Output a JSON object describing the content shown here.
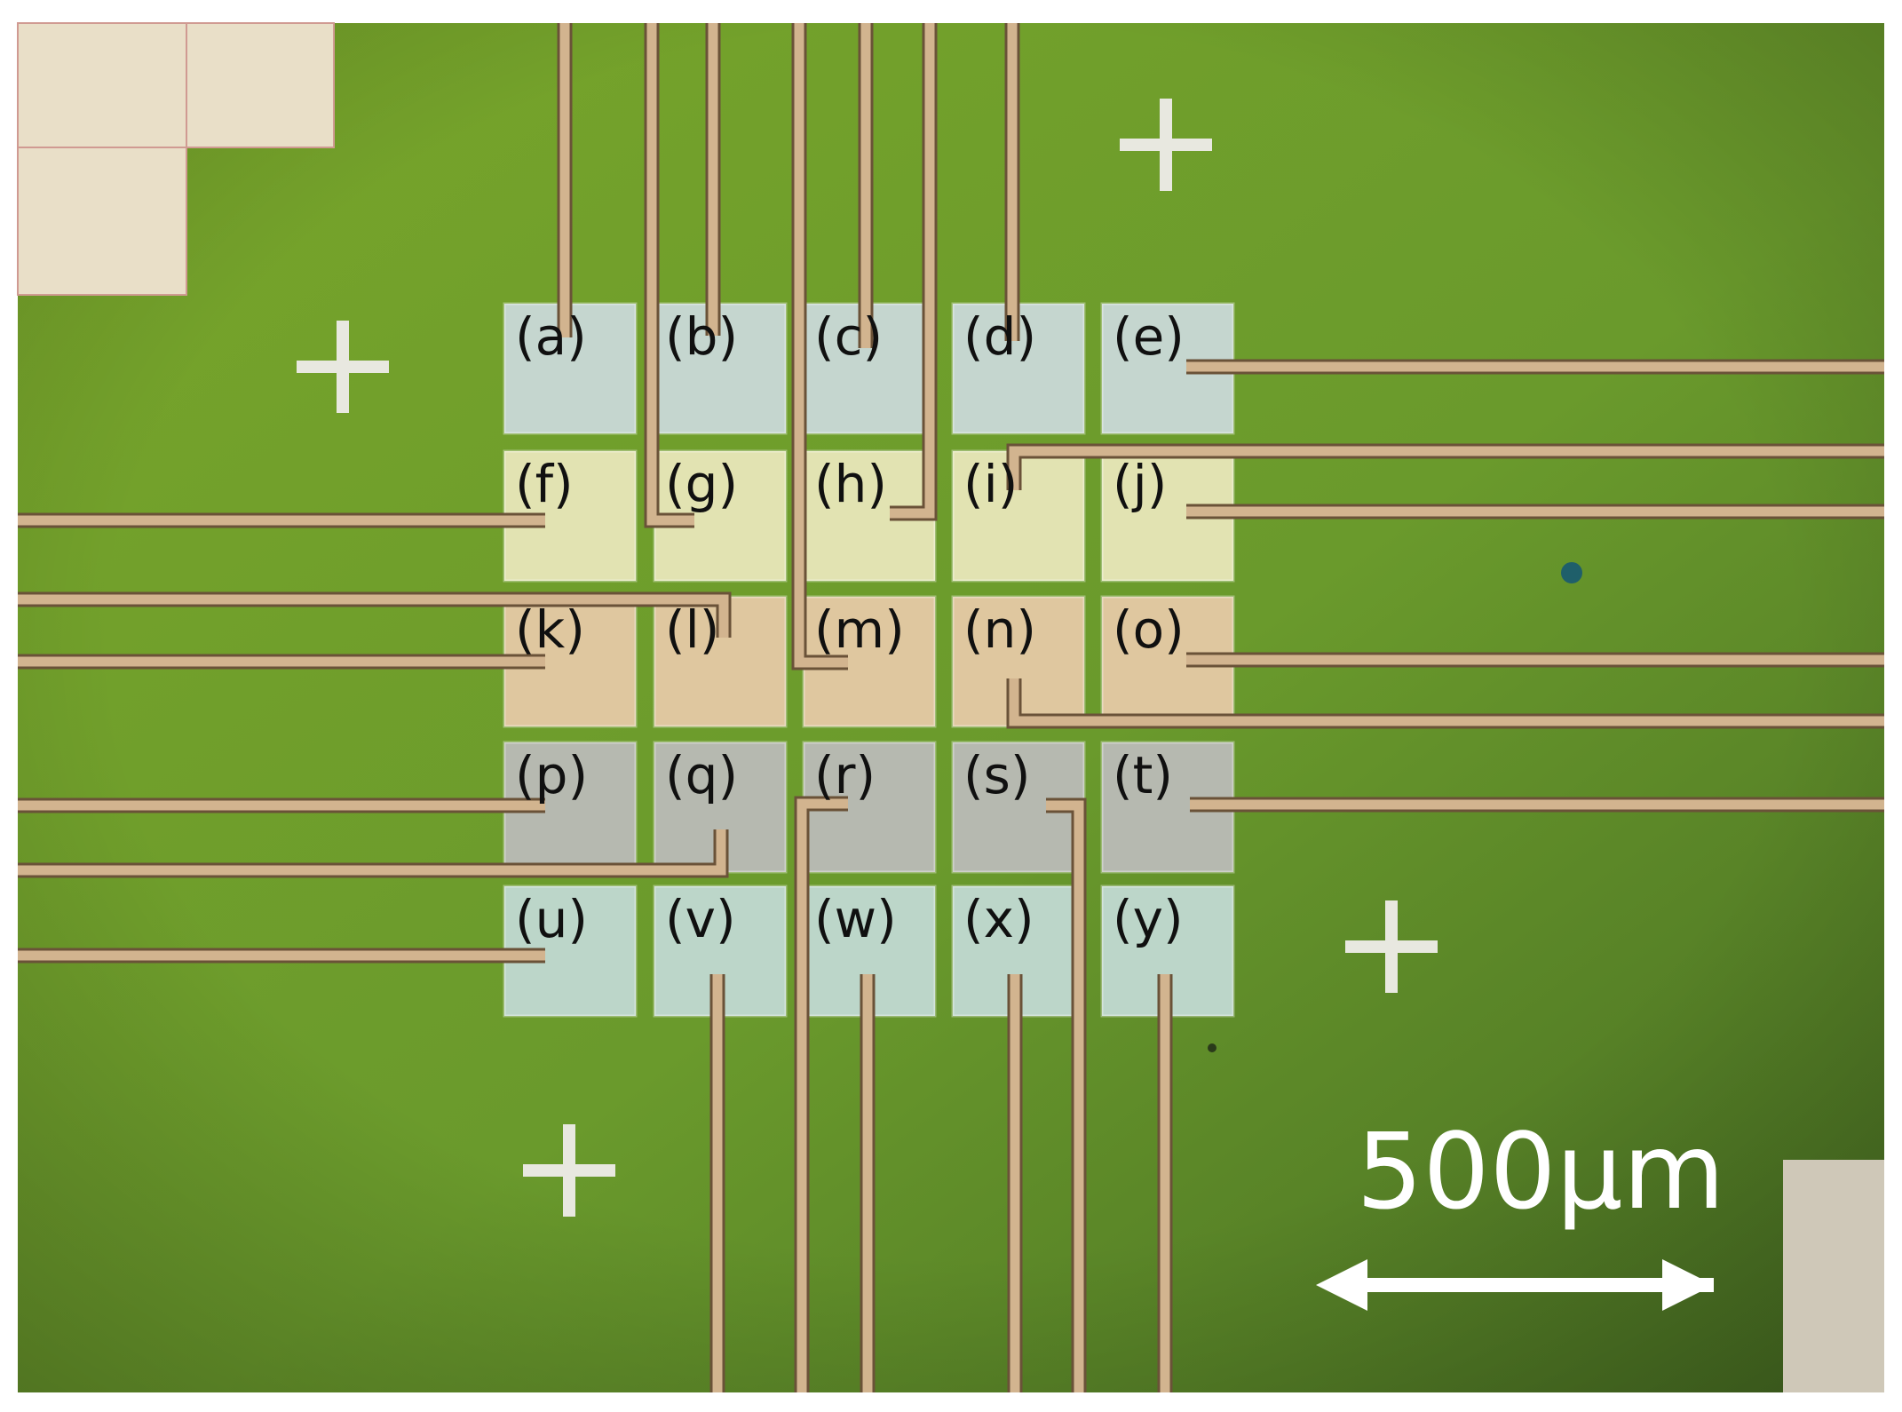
{
  "image": {
    "pad_labels": [
      "(a)",
      "(b)",
      "(c)",
      "(d)",
      "(e)",
      "(f)",
      "(g)",
      "(h)",
      "(i)",
      "(j)",
      "(k)",
      "(l)",
      "(m)",
      "(n)",
      "(o)",
      "(p)",
      "(q)",
      "(r)",
      "(s)",
      "(t)",
      "(u)",
      "(v)",
      "(w)",
      "(x)",
      "(y)"
    ],
    "scale_bar": {
      "label": "500µm"
    },
    "colors": {
      "substrate": "#6d9a2a",
      "trace": "#d2b48f",
      "mark": "#e8e8e0",
      "row_pad_colors": [
        "#c5d6cf",
        "#e2e3b2",
        "#dfc79f",
        "#b6b9b0",
        "#bcd6c9"
      ]
    }
  }
}
